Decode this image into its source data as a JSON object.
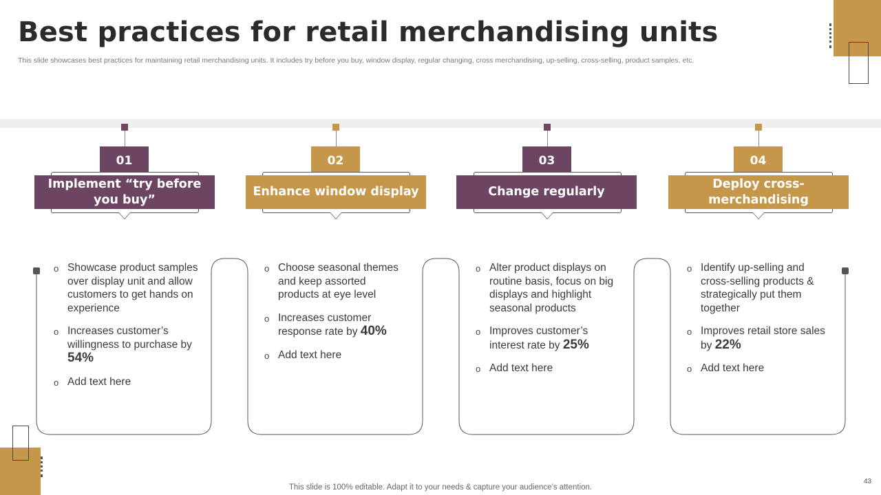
{
  "slide": {
    "title": "Best practices for retail merchandising units",
    "subtitle": "This slide showcases best practices for maintaining retail merchandising units. It includes try before you  buy,  window display, regular changing, cross merchandising, up-selling, cross-selling, product samples, etc.",
    "footer": "This slide is 100% editable. Adapt it to your needs & capture your audience’s attention.",
    "page_number": "43"
  },
  "colors": {
    "purple": "#6b4561",
    "gold": "#c4974a"
  },
  "practices": [
    {
      "number": "01",
      "heading": "Implement “try before you buy”",
      "color": "purple",
      "points": [
        {
          "text": "Showcase product samples over display unit and allow customers to get hands on experience"
        },
        {
          "text": "Increases customer’s willingness to purchase by ",
          "highlight": "54%"
        },
        {
          "text": "Add text here"
        }
      ]
    },
    {
      "number": "02",
      "heading": "Enhance window display",
      "color": "gold",
      "points": [
        {
          "text": "Choose seasonal themes and keep assorted products at eye level"
        },
        {
          "text": "Increases customer response rate by ",
          "highlight": "40%"
        },
        {
          "text": "Add text here"
        }
      ]
    },
    {
      "number": "03",
      "heading": "Change regularly",
      "color": "purple",
      "points": [
        {
          "text": "Alter product displays on routine basis, focus on big displays and highlight seasonal products"
        },
        {
          "text": "Improves customer’s interest rate by ",
          "highlight": "25%"
        },
        {
          "text": "Add text here"
        }
      ]
    },
    {
      "number": "04",
      "heading": "Deploy cross-merchandising",
      "color": "gold",
      "points": [
        {
          "text": "Identify up-selling and cross-selling products & strategically put them together"
        },
        {
          "text": "Improves retail store sales by ",
          "highlight": "22%"
        },
        {
          "text": "Add text here"
        }
      ]
    }
  ]
}
